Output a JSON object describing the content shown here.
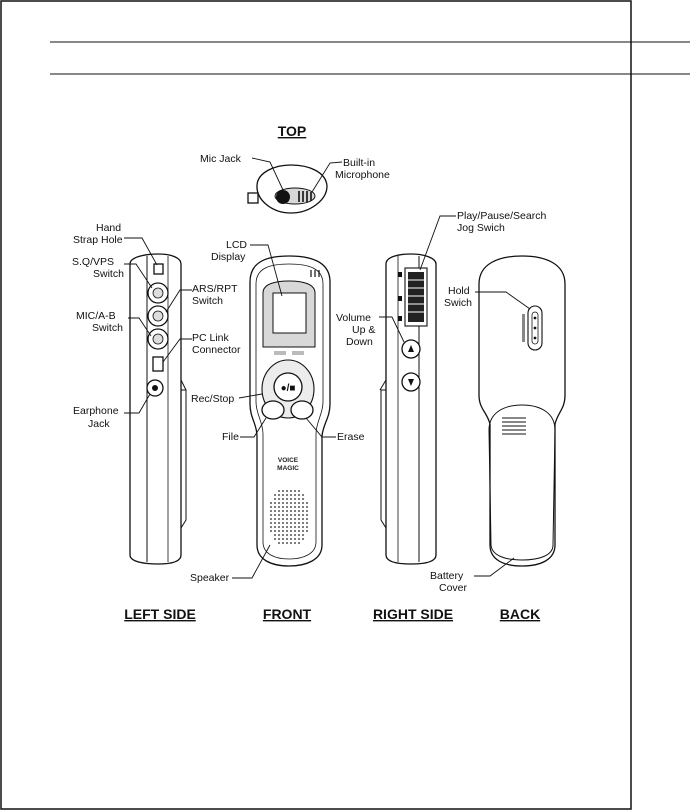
{
  "views": {
    "top": "TOP",
    "left": "LEFT SIDE",
    "front": "FRONT",
    "right": "RIGHT SIDE",
    "back": "BACK"
  },
  "callouts": {
    "mic_jack": "Mic Jack",
    "builtin_mic": [
      "Built-in",
      "Microphone"
    ],
    "hand_strap": [
      "Hand",
      "Strap Hole"
    ],
    "sq_vps": [
      "S.Q/VPS",
      "Switch"
    ],
    "ars_rpt": [
      "ARS/RPT",
      "Switch"
    ],
    "mic_ab": [
      "MIC/A-B",
      "Switch"
    ],
    "pc_link": [
      "PC Link",
      "Connector"
    ],
    "earphone": [
      "Earphone",
      "Jack"
    ],
    "lcd": [
      "LCD",
      "Display"
    ],
    "rec_stop": "Rec/Stop",
    "file": "File",
    "erase": "Erase",
    "speaker": "Speaker",
    "play_pause": [
      "Play/Pause/Search",
      "Jog Swich"
    ],
    "volume": [
      "Volume",
      "Up &",
      "Down"
    ],
    "hold": [
      "Hold",
      "Swich"
    ],
    "battery": [
      "Battery",
      "Cover"
    ]
  },
  "device": {
    "brand": [
      "VOICE",
      "MAGIC"
    ]
  },
  "icons": [
    "microphone-grille",
    "speaker-grille",
    "jog-switch",
    "hold-switch"
  ]
}
